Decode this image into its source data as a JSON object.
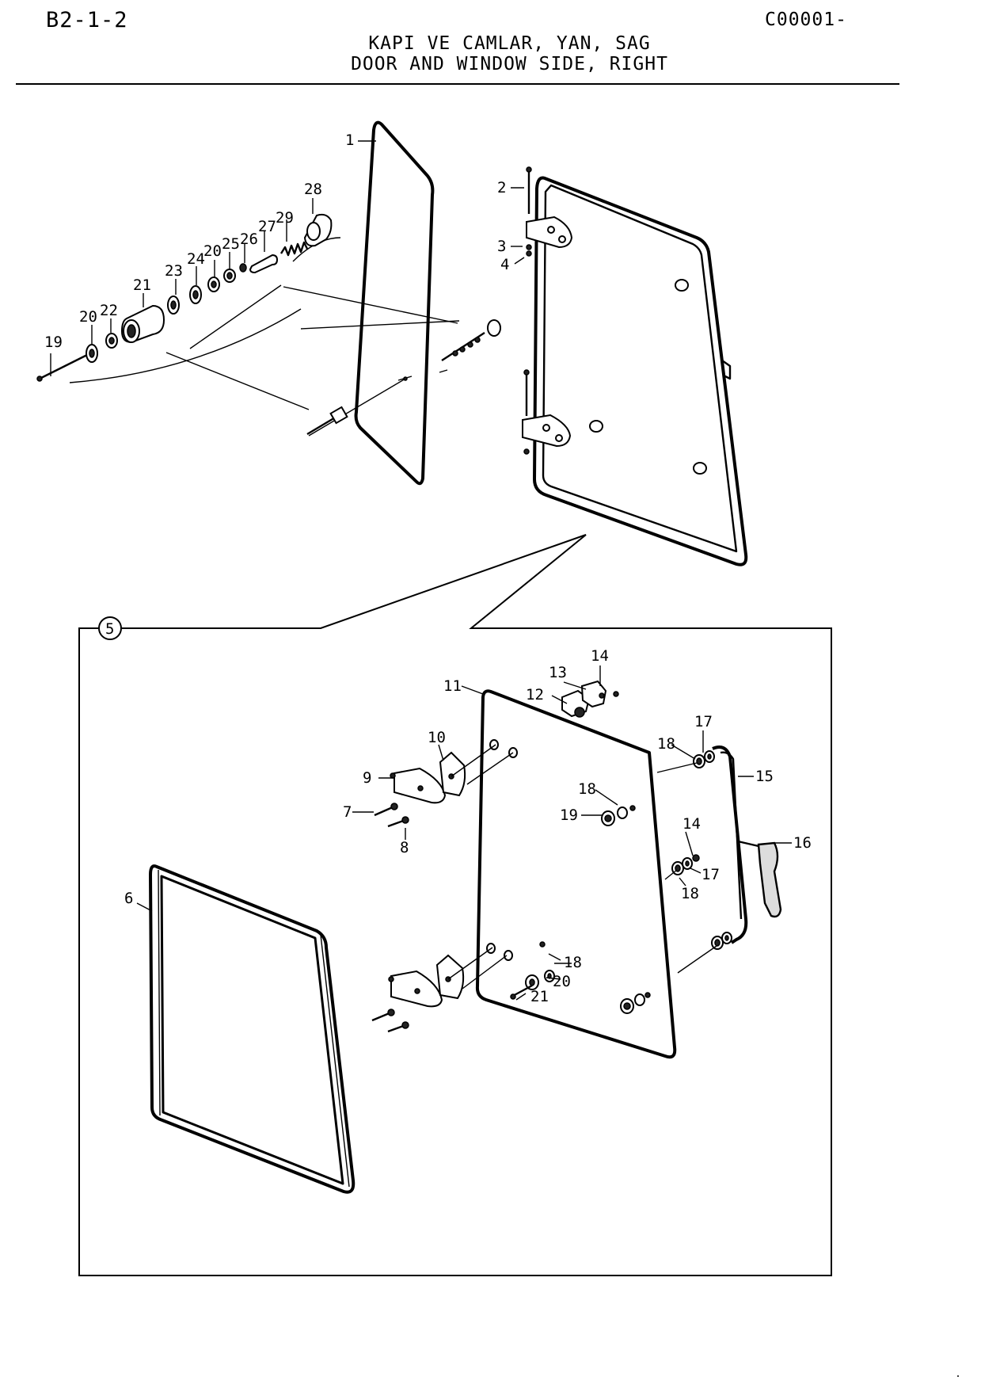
{
  "header": {
    "page_code": "B2-1-2",
    "ref_code": "C00001-",
    "title_tr": "KAPI VE CAMLAR, YAN, SAG",
    "title_en": "DOOR AND WINDOW SIDE, RIGHT"
  },
  "callouts": {
    "c1": "1",
    "c2": "2",
    "c3": "3",
    "c4": "4",
    "c19a": "19",
    "c20a": "20",
    "c22": "22",
    "c21a": "21",
    "c23": "23",
    "c24": "24",
    "c20b": "20",
    "c25": "25",
    "c26": "26",
    "c27": "27",
    "c29": "29",
    "c28": "28",
    "c5": "5",
    "c14a": "14",
    "c13": "13",
    "c11": "11",
    "c12": "12",
    "c10": "10",
    "c9": "9",
    "c7": "7",
    "c8": "8",
    "c17a": "17",
    "c18a": "18",
    "c15": "15",
    "c18b": "18",
    "c19b": "19",
    "c14b": "14",
    "c16": "16",
    "c17b": "17",
    "c18c": "18",
    "c6": "6",
    "c18d": "18",
    "c20c": "20",
    "c21b": "21"
  }
}
